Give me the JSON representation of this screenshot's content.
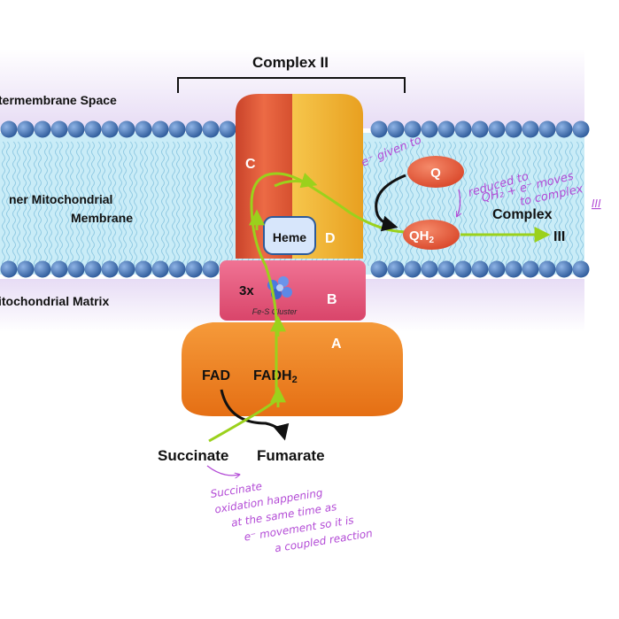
{
  "title": "Complex II",
  "regions": {
    "intermembrane": "termembrane Space",
    "membrane_line1": "ner Mitochondrial",
    "membrane_line2": "Membrane",
    "matrix": "itochondrial Matrix"
  },
  "subunits": {
    "c": "C",
    "d": "D",
    "b": "B",
    "a": "A",
    "heme": "Heme",
    "fes_count": "3x",
    "fes_label": "Fe-S Cluster"
  },
  "cofactors": {
    "fad": "FAD",
    "fadh2_base": "FADH",
    "fadh2_sub": "2"
  },
  "substrates": {
    "succinate": "Succinate",
    "fumarate": "Fumarate"
  },
  "quinones": {
    "q": "Q",
    "qh2_base": "QH",
    "qh2_sub": "2"
  },
  "complex3": {
    "line1": "Complex",
    "line2": "III"
  },
  "annotations": {
    "electron_given": "e⁻ given to",
    "reduced_line1": "reduced to",
    "reduced_line2": "QH₂ + e⁻ moves",
    "reduced_line3": "to complex",
    "reduced_line4": "III",
    "coupled_line1": "Succinate",
    "coupled_line2": "oxidation happening",
    "coupled_line3": "at the same time as",
    "coupled_line4": "e⁻ movement so it is",
    "coupled_line5": "a coupled reaction"
  },
  "colors": {
    "membrane": "#c9ecf7",
    "lipid_head": "#3f6fb0",
    "subunit_c": "#e25d3a",
    "subunit_d": "#f3b12f",
    "subunit_b": "#e6527a",
    "subunit_a": "#f07f1f",
    "electron_path": "#9bd11c",
    "annotation": "#b34bd6"
  }
}
